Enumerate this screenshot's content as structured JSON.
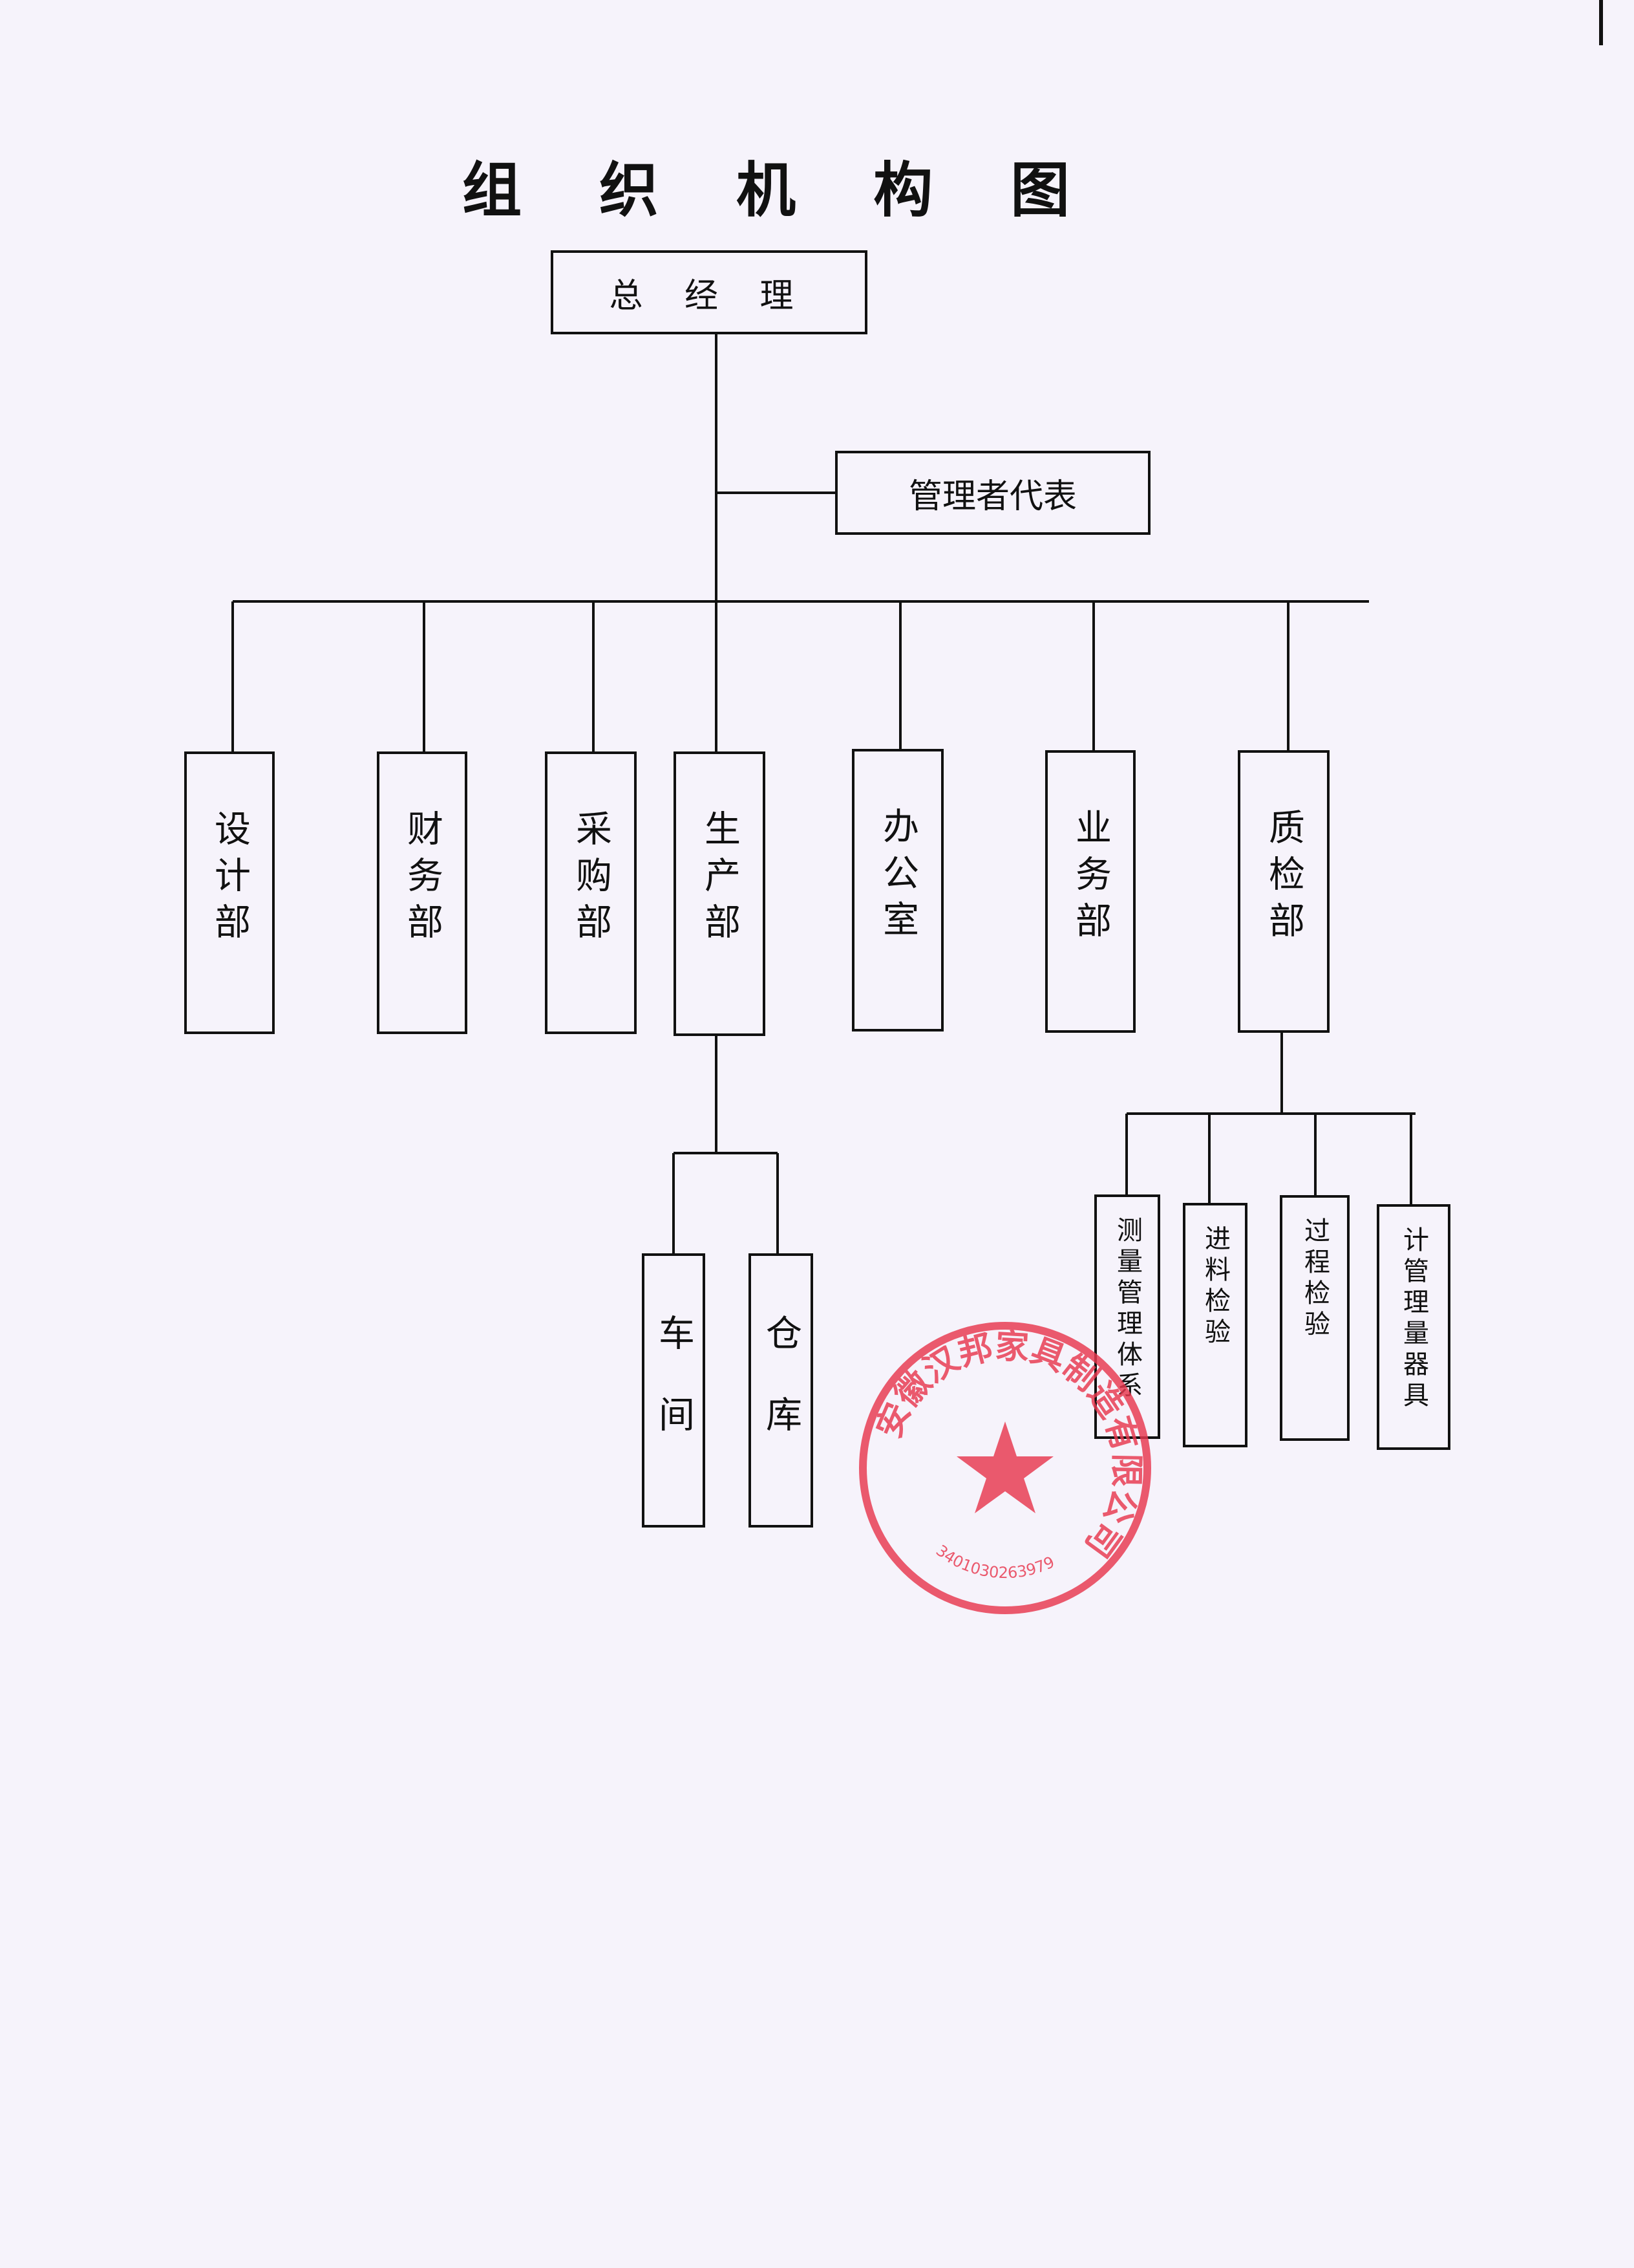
{
  "title": "组 织 机 构 图",
  "top": {
    "general_manager": "总 经 理",
    "mgmt_rep": "管理者代表"
  },
  "departments": [
    "设计部",
    "财务部",
    "采购部",
    "生产部",
    "办公室",
    "业务部",
    "质检部"
  ],
  "production_subunits": [
    "车间",
    "仓库"
  ],
  "qc_subunits": [
    "测量管理体系",
    "进料检验",
    "过程检验",
    "计管理量器具"
  ],
  "stamp": {
    "company": "安徽汉邦家具制造有限公司",
    "code": "3401030263979",
    "color": "#e8384f"
  },
  "colors": {
    "paper": "#f6f3fb",
    "ink": "#111111"
  }
}
